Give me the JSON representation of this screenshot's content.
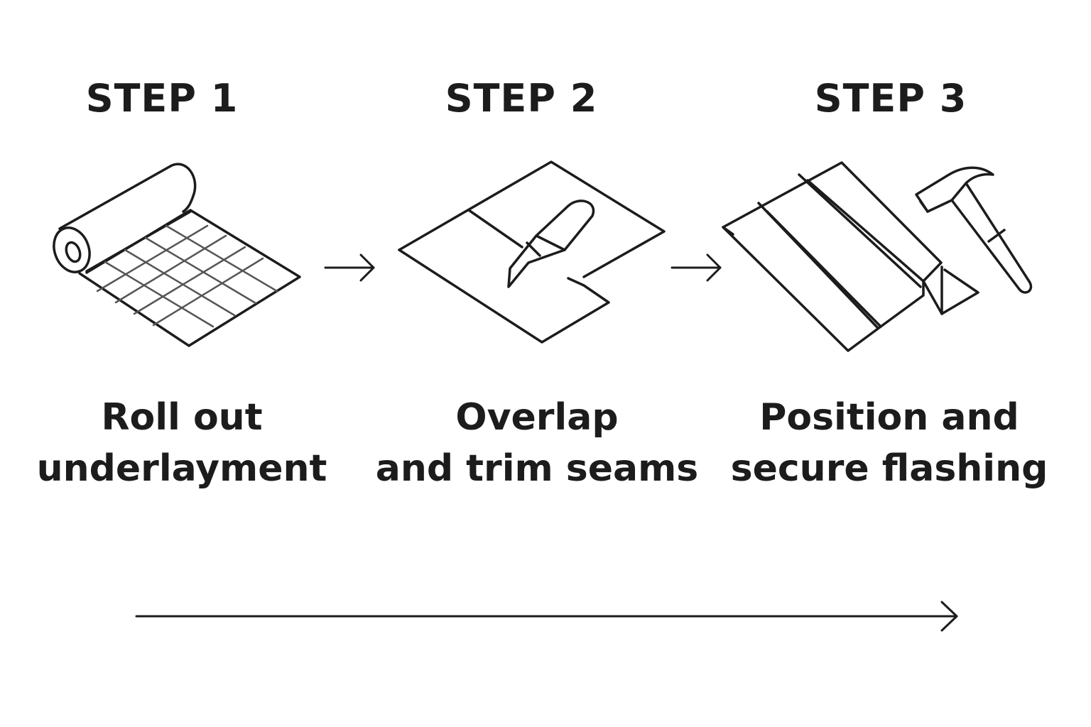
{
  "steps": [
    {
      "title": "STEP 1",
      "caption_line1": "Roll out",
      "caption_line2": "underlayment",
      "icon": "underlayment-roll-icon"
    },
    {
      "title": "STEP 2",
      "caption_line1": "Overlap",
      "caption_line2": "and trim seams",
      "icon": "utility-knife-icon"
    },
    {
      "title": "STEP 3",
      "caption_line1": "Position and",
      "caption_line2": "secure flashing",
      "icon": "flashing-hammer-icon"
    }
  ],
  "connectors": [
    "arrow-right-icon",
    "arrow-right-icon"
  ],
  "progress_arrow": "long-arrow-right-icon",
  "colors": {
    "ink": "#1c1c1c",
    "grid": "#555555",
    "background": "#ffffff"
  }
}
